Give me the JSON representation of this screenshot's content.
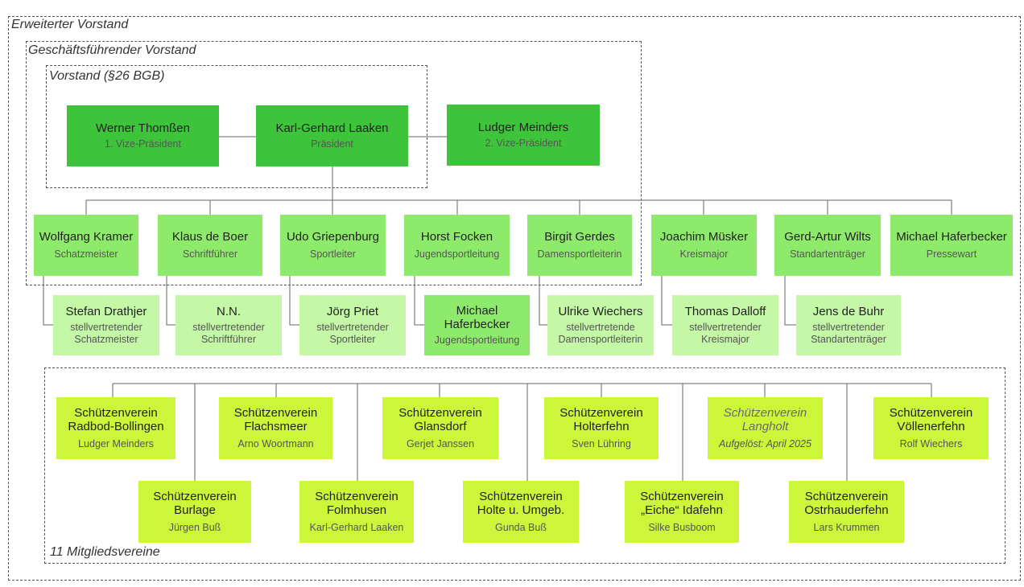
{
  "frames": {
    "erweitert": "Erweiterter Vorstand",
    "geschaeft": "Geschäftsführender Vorstand",
    "vorstand": "Vorstand (§26 BGB)",
    "vereine": "11 Mitgliedsvereine"
  },
  "vorstand": [
    {
      "name": "Werner Thomßen",
      "role": "1. Vize-Präsident"
    },
    {
      "name": "Karl-Gerhard Laaken",
      "role": "Präsident"
    },
    {
      "name": "Ludger Meinders",
      "role": "2. Vize-Präsident"
    }
  ],
  "officers": [
    {
      "name": "Wolfgang Kramer",
      "role": "Schatzmeister"
    },
    {
      "name": "Klaus de Boer",
      "role": "Schriftführer"
    },
    {
      "name": "Udo Griepenburg",
      "role": "Sportleiter"
    },
    {
      "name": "Horst Focken",
      "role": "Jugendsportleitung"
    },
    {
      "name": "Birgit Gerdes",
      "role": "Damensportleiterin"
    },
    {
      "name": "Joachim Müsker",
      "role": "Kreismajor"
    },
    {
      "name": "Gerd-Artur Wilts",
      "role": "Standartenträger"
    },
    {
      "name": "Michael Haferbecker",
      "role": "Pressewart"
    }
  ],
  "deputies": [
    {
      "name": "Stefan Drathjer",
      "role1": "stellvertretender",
      "role2": "Schatzmeister"
    },
    {
      "name": "N.N.",
      "role1": "stellvertretender",
      "role2": "Schriftführer"
    },
    {
      "name": "Jörg Priet",
      "role1": "stellvertretender",
      "role2": "Sportleiter"
    },
    {
      "name1": "Michael",
      "name2": "Haferbecker",
      "role": "Jugendsportleitung"
    },
    {
      "name": "Ulrike Wiechers",
      "role1": "stellvertretende",
      "role2": "Damensportleiterin"
    },
    {
      "name": "Thomas Dalloff",
      "role1": "stellvertretender",
      "role2": "Kreismajor"
    },
    {
      "name": "Jens de Buhr",
      "role1": "stellvertretender",
      "role2": "Standartenträger"
    }
  ],
  "clubs_top": [
    {
      "line1": "Schützenverein",
      "line2": "Radbod-Bollingen",
      "person": "Ludger Meinders"
    },
    {
      "line1": "Schützenverein",
      "line2": "Flachsmeer",
      "person": "Arno Woortmann"
    },
    {
      "line1": "Schützenverein",
      "line2": "Glansdorf",
      "person": "Gerjet Janssen"
    },
    {
      "line1": "Schützenverein",
      "line2": "Holterfehn",
      "person": "Sven Lühring"
    },
    {
      "line1": "Schützenverein",
      "line2": "Langholt",
      "person": "Aufgelöst: April 2025"
    },
    {
      "line1": "Schützenverein",
      "line2": "Völlenerfehn",
      "person": "Rolf Wiechers"
    }
  ],
  "clubs_bottom": [
    {
      "line1": "Schützenverein",
      "line2": "Burlage",
      "person": "Jürgen Buß"
    },
    {
      "line1": "Schützenverein",
      "line2": "Folmhusen",
      "person": "Karl-Gerhard Laaken"
    },
    {
      "line1": "Schützenverein",
      "line2": "Holte u. Umgeb.",
      "person": "Gunda Buß"
    },
    {
      "line1": "Schützenverein",
      "line2": "„Eiche“ Idafehn",
      "person": "Silke Busboom"
    },
    {
      "line1": "Schützenverein",
      "line2": "Ostrhauderfehn",
      "person": "Lars Krummen"
    }
  ],
  "colors": {
    "vorstand": "#3ec43b",
    "officers": "#8eea6a",
    "deputies": "#c4f7a6",
    "clubs": "#ccf63a"
  }
}
